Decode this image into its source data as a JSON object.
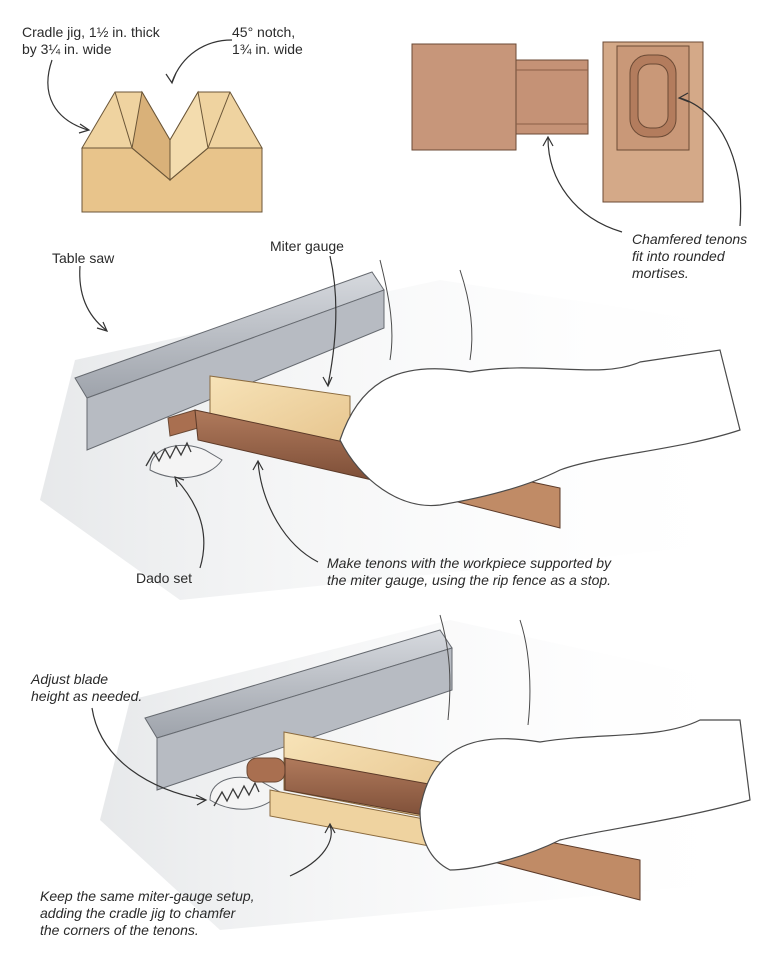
{
  "labels": {
    "cradle_jig": "Cradle jig, 1½ in. thick\nby 3¼ in. wide",
    "notch": "45° notch,\n1¾ in. wide",
    "chamfered": "Chamfered tenons\nfit into rounded\nmortises.",
    "table_saw": "Table saw",
    "miter_gauge": "Miter gauge",
    "dado_set": "Dado set",
    "make_tenons": "Make tenons with the workpiece supported by\nthe miter gauge, using the rip fence as a stop.",
    "adjust_blade": "Adjust blade\nheight as needed.",
    "keep_same": "Keep the same miter-gauge setup,\nadding the cradle jig to chamfer\nthe corners of the tenons."
  }
}
